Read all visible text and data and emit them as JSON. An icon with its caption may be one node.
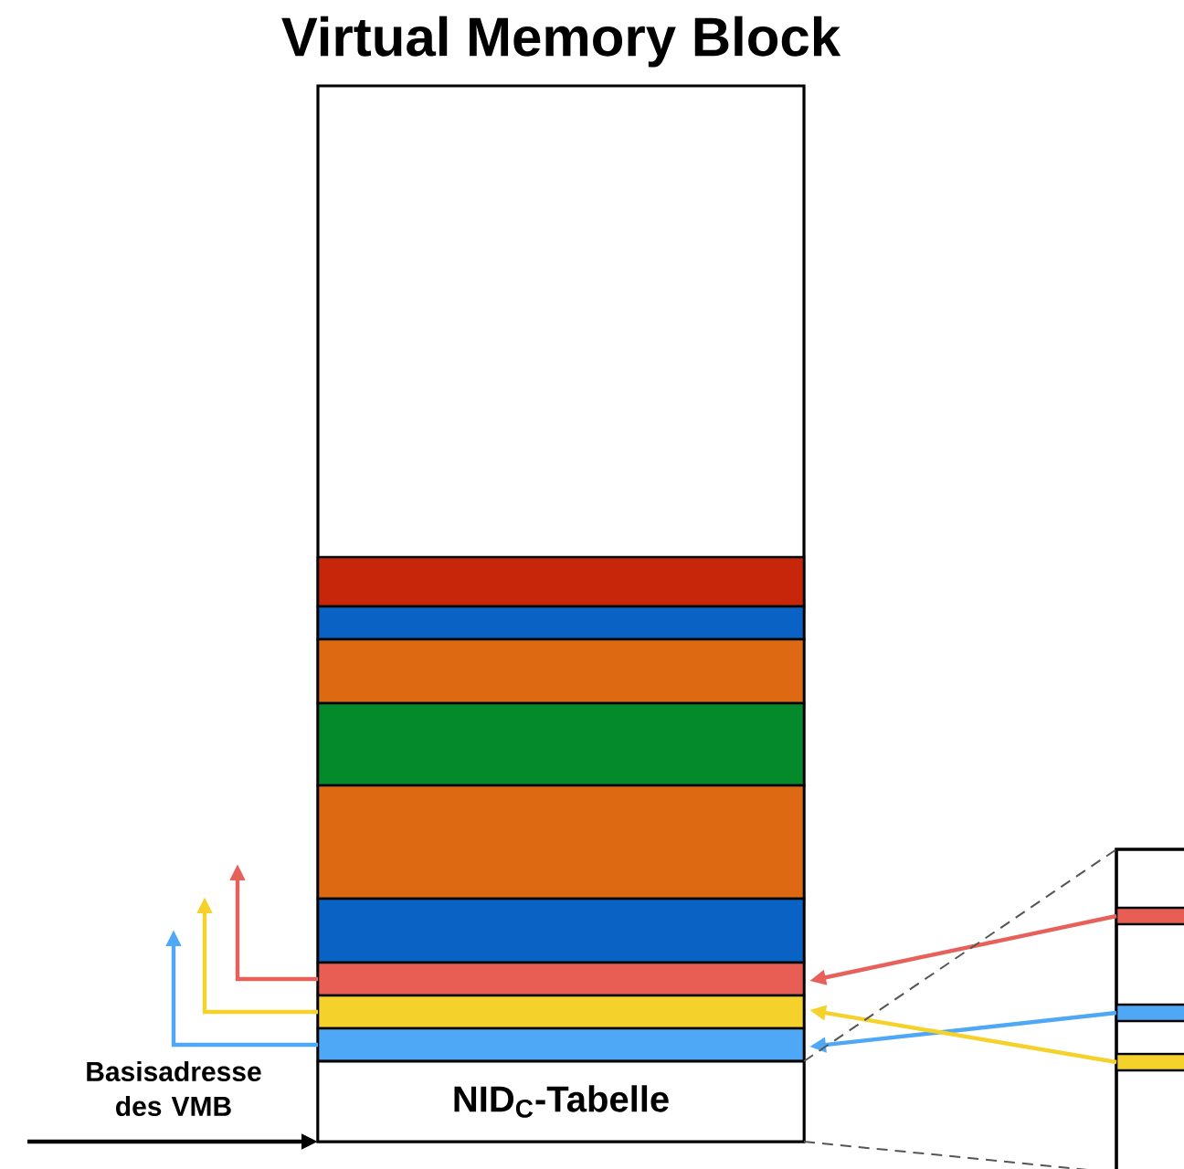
{
  "diagram": {
    "nodes": [
      {
        "text": [
          "Virtual Memory Block"
        ]
      },
      {
        "text": [],
        "shape": "bar",
        "in": 0
      },
      {
        "text": [],
        "shape": "bar",
        "in": 0
      },
      {
        "text": [],
        "shape": "bar",
        "in": 0
      },
      {
        "text": [],
        "shape": "bar",
        "in": 0
      },
      {
        "text": [],
        "shape": "bar",
        "in": 0
      },
      {
        "text": [],
        "shape": "bar",
        "in": 0
      },
      {
        "text": [],
        "shape": "bar",
        "in": 0
      },
      {
        "text": [],
        "shape": "bar",
        "in": 0
      },
      {
        "text": [],
        "shape": "bar",
        "in": 0
      },
      {
        "text": [
          "NID$_{C}$-Tabelle"
        ],
        "in": 0
      },
      {
        "text": [],
        "shape": "box"
      },
      {
        "text": [],
        "shape": "bar",
        "in": 11
      },
      {
        "text": [],
        "shape": "bar",
        "in": 11
      },
      {
        "text": [],
        "shape": "bar",
        "in": 11
      }
    ],
    "edges": [
      {
        "from": 12,
        "to": 7,
        "arrow": "to",
        "color": "#e8605a"
      },
      {
        "from": 13,
        "to": 9,
        "arrow": "to",
        "color": "#4ea8f5"
      },
      {
        "from": 14,
        "to": 8,
        "arrow": "to",
        "color": "#f5d22b"
      },
      {
        "from": 7,
        "to": null,
        "arrow": "to",
        "color": "#e8605a"
      },
      {
        "from": 8,
        "to": null,
        "arrow": "to",
        "color": "#f5d22b"
      },
      {
        "from": 9,
        "to": null,
        "arrow": "to",
        "color": "#4ea8f5"
      },
      {
        "from": null,
        "to": 10,
        "arrow": "to",
        "color": "#000000"
      },
      {
        "from": 10,
        "to": 11,
        "arrow": "none",
        "style": "dashed",
        "color": "#555555"
      },
      {
        "from": 10,
        "to": 11,
        "arrow": "none",
        "style": "dashed",
        "color": "#555555"
      }
    ],
    "labels": [
      "Basisadresse des VMB"
    ]
  }
}
